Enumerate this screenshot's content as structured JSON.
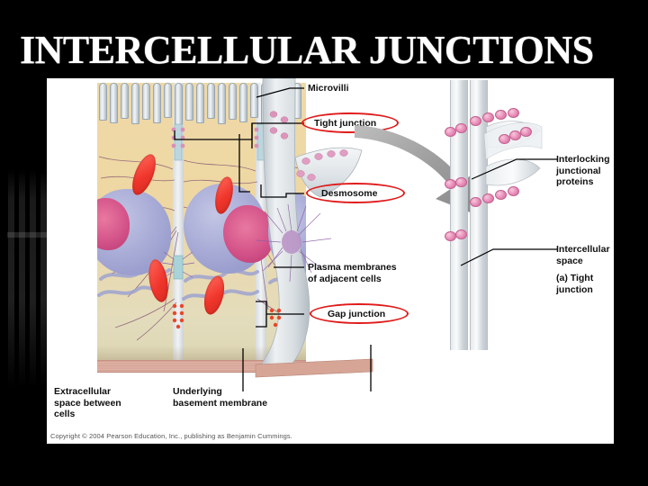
{
  "slide": {
    "title": "INTERCELLULAR JUNCTIONS",
    "background_color": "#000000",
    "title_color": "#ffffff",
    "panel_color": "#ffffff"
  },
  "figure": {
    "copyright": "Copyright © 2004 Pearson Education, Inc., publishing as Benjamin Cummings.",
    "annotation_ring_color": "#e01b1b",
    "labels": [
      {
        "id": "microvilli",
        "text": "Microvilli"
      },
      {
        "id": "tight-junction",
        "text": "Tight junction",
        "circled": true
      },
      {
        "id": "desmosome",
        "text": "Desmosome",
        "circled": true
      },
      {
        "id": "plasma-membranes",
        "text": "Plasma membranes\nof adjacent cells"
      },
      {
        "id": "gap-junction",
        "text": "Gap junction",
        "circled": true
      },
      {
        "id": "extracellular-space",
        "text": "Extracellular\nspace between\ncells"
      },
      {
        "id": "basement-membrane",
        "text": "Underlying\nbasement membrane"
      }
    ]
  },
  "inset": {
    "caption": "(a) Tight junction",
    "labels": [
      {
        "id": "interlocking-proteins",
        "text": "Interlocking\njunctional proteins"
      },
      {
        "id": "intercellular-space",
        "text": "Intercellular space"
      }
    ]
  },
  "colors": {
    "cytoplasm": "#eed7a2",
    "microvilli": "#d4dce1",
    "mitochondria": "#f0362c",
    "nucleus_blue": "#a8abd6",
    "nucleus_pink": "#d4548a",
    "basement_membrane": "#cf9f92",
    "junction_protein": "#e98fba",
    "arrow": "#9a9a9a"
  }
}
